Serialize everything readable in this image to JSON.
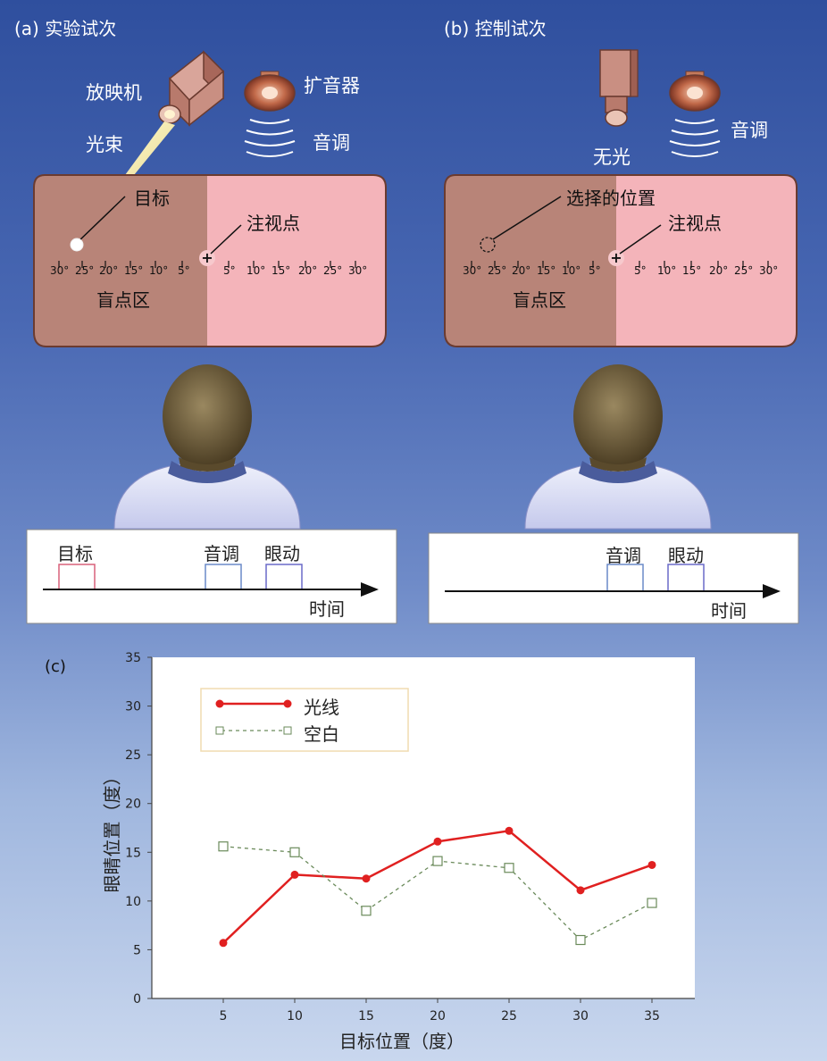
{
  "panel_a": {
    "label": "(a) 实验试次",
    "projector": "放映机",
    "beam": "光束",
    "speaker": "扩音器",
    "tone": "音调",
    "target": "目标",
    "fixation": "注视点",
    "blind_spot": "盲点区",
    "ticks_left": [
      "30°",
      "25°",
      "20°",
      "15°",
      "10°",
      "5°"
    ],
    "ticks_right": [
      "5°",
      "10°",
      "15°",
      "20°",
      "25°",
      "30°"
    ],
    "timeline": {
      "target": "目标",
      "tone": "音调",
      "eye": "眼动",
      "time": "时间"
    }
  },
  "panel_b": {
    "label": "(b) 控制试次",
    "no_light": "无光",
    "tone": "音调",
    "chosen": "选择的位置",
    "fixation": "注视点",
    "blind_spot": "盲点区",
    "ticks_left": [
      "30°",
      "25°",
      "20°",
      "15°",
      "10°",
      "5°"
    ],
    "ticks_right": [
      "5°",
      "10°",
      "15°",
      "20°",
      "25°",
      "30°"
    ],
    "timeline": {
      "tone": "音调",
      "eye": "眼动",
      "time": "时间"
    }
  },
  "panel_c": {
    "label": "(c)"
  },
  "colors": {
    "light": "#e02020",
    "blank": "#6a8a5a",
    "screen_dark": "#b88478",
    "screen_light": "#f4b4ba"
  },
  "chart_data": {
    "type": "line",
    "x": [
      5,
      10,
      15,
      20,
      25,
      30,
      35
    ],
    "series": [
      {
        "name": "光线",
        "values": [
          5.7,
          12.7,
          12.3,
          16.1,
          17.2,
          11.1,
          13.7
        ],
        "color": "#e02020"
      },
      {
        "name": "空白",
        "values": [
          15.6,
          15.0,
          9.0,
          14.1,
          13.4,
          6.0,
          9.8
        ],
        "color": "#6a8a5a"
      }
    ],
    "xlabel": "目标位置（度）",
    "ylabel": "眼睛位置（度）",
    "xticks": [
      5,
      10,
      15,
      20,
      25,
      30,
      35
    ],
    "yticks": [
      0,
      5,
      10,
      15,
      20,
      25,
      30,
      35
    ],
    "xlim": [
      0,
      38
    ],
    "ylim": [
      0,
      35
    ],
    "grid": false,
    "legend": "top-left"
  }
}
